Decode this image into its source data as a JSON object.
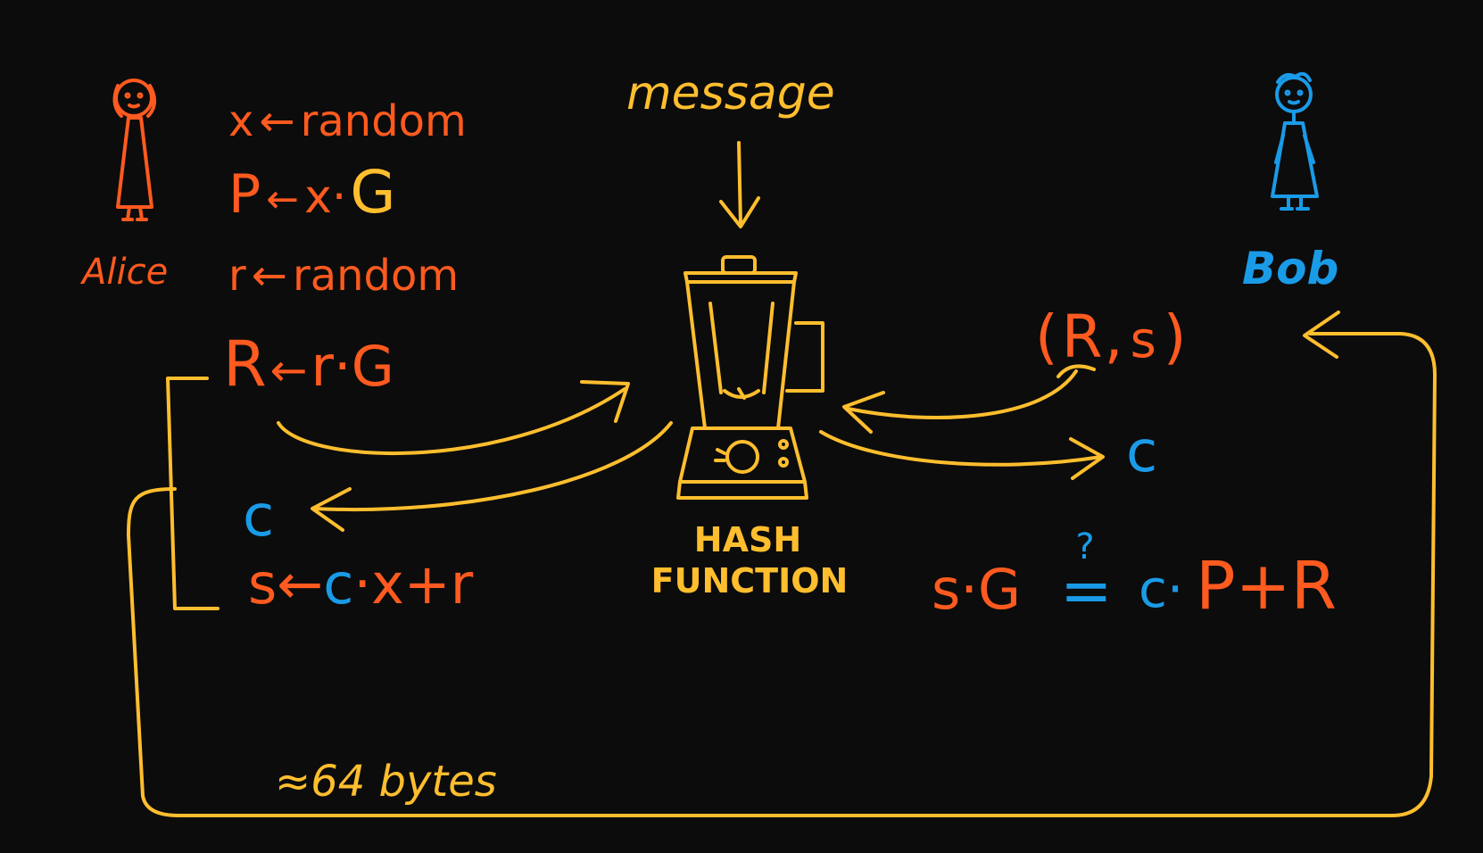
{
  "alice": {
    "name": "Alice",
    "steps": [
      {
        "var": "x",
        "arrow": "←",
        "rhs": "random"
      },
      {
        "var": "P",
        "arrow": "←",
        "rhs": "x·",
        "rhs_tail": "G"
      },
      {
        "var": "r",
        "arrow": "←",
        "rhs": "random"
      },
      {
        "var": "R",
        "arrow": "←",
        "rhs": "r·G"
      }
    ],
    "c_label": "c",
    "s_formula": {
      "lhs": "s←",
      "c": "c",
      "mid": "·x+r"
    }
  },
  "hash": {
    "input_label": "message",
    "line1": "HASH",
    "line2": "FUNCTION"
  },
  "bob": {
    "name": "Bob",
    "signature": {
      "open": "(",
      "R": "R",
      "comma": ",",
      "s": "s",
      "close": ")"
    },
    "c_label": "c",
    "verify": {
      "lhs": "s·G",
      "question": "?",
      "equals": "=",
      "c": "c·",
      "rhs": "P+R"
    }
  },
  "size_note": "≈64 bytes",
  "colors": {
    "background": "#0c0c0c",
    "alice": "#ff5a1f",
    "hash": "#ffbe2e",
    "bob": "#1a9be8"
  }
}
